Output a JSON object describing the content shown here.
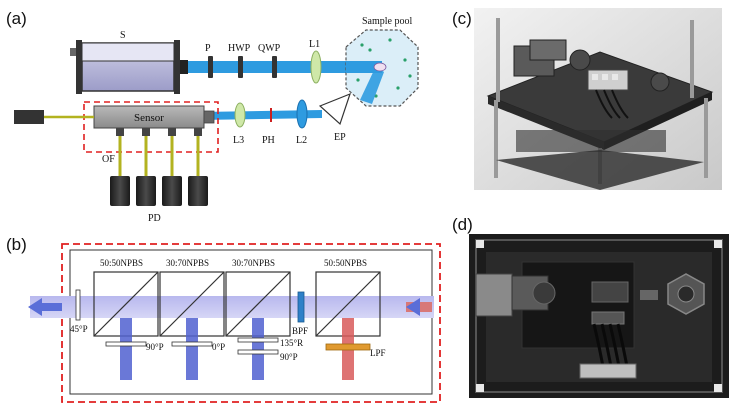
{
  "panels": {
    "a": {
      "label": "(a)",
      "components": {
        "source": "S",
        "polarizer": "P",
        "hwp": "HWP",
        "qwp": "QWP",
        "lens1": "L1",
        "sample_pool": "Sample pool",
        "sensor": "Sensor",
        "lens3": "L3",
        "pinhole": "PH",
        "lens2": "L2",
        "ep": "EP",
        "fiber": "OF",
        "detectors": "PD"
      }
    },
    "b": {
      "label": "(b)",
      "splitters": [
        "50:50NPBS",
        "30:70NPBS",
        "30:70NPBS",
        "50:50NPBS"
      ],
      "polarizers": {
        "out": "45°P",
        "p1": "90°P",
        "p2": "0°P",
        "p3a": "135°R",
        "p3b": "90°P",
        "bpf": "BPF",
        "lpf": "LPF"
      }
    },
    "c": {
      "label": "(c)"
    },
    "d": {
      "label": "(d)"
    }
  },
  "colors": {
    "beam": "#2e9be0",
    "dashed_box": "#e02020",
    "sensor_body": "#9a9a9a",
    "fiber": "#b3b320",
    "photo_bg": "#1c1c1c"
  }
}
